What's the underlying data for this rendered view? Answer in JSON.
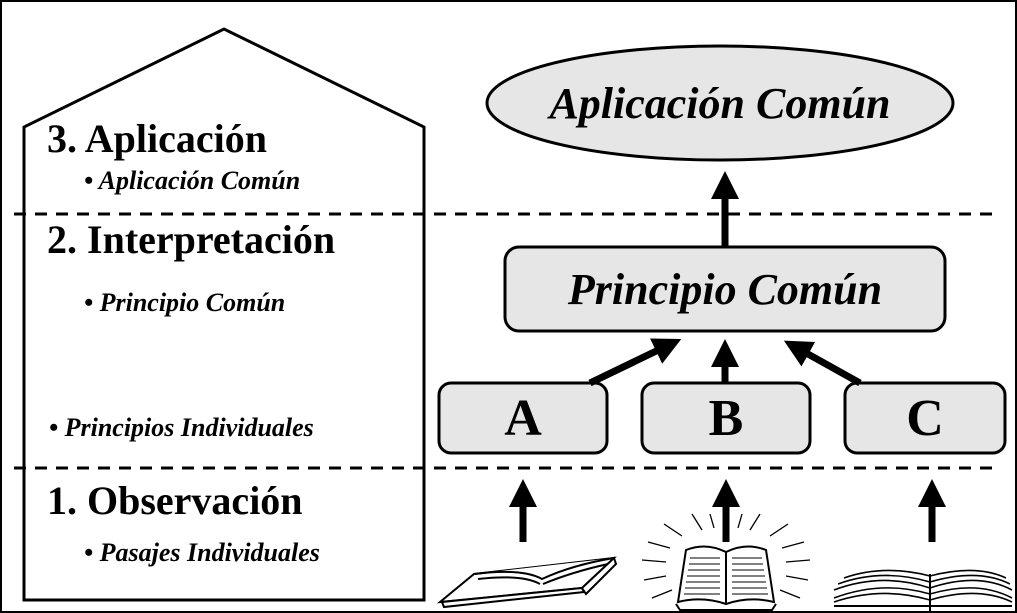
{
  "left_panel": {
    "step3": {
      "title": "3. Aplicación",
      "items": [
        "• Aplicación Común"
      ]
    },
    "step2": {
      "title": "2. Interpretación",
      "items": [
        "• Principio Común",
        "• Principios Individuales"
      ]
    },
    "step1": {
      "title": "1. Observación",
      "items": [
        "• Pasajes Individuales"
      ]
    }
  },
  "diagram": {
    "top_node": "Aplicación Común",
    "middle_node": "Principio Común",
    "letters": [
      "A",
      "B",
      "C"
    ]
  },
  "colors": {
    "node_fill": "#e6e6e6",
    "stroke": "#000000"
  },
  "icons": [
    "open-book-icon",
    "radiant-bible-icon",
    "open-book-icon"
  ]
}
